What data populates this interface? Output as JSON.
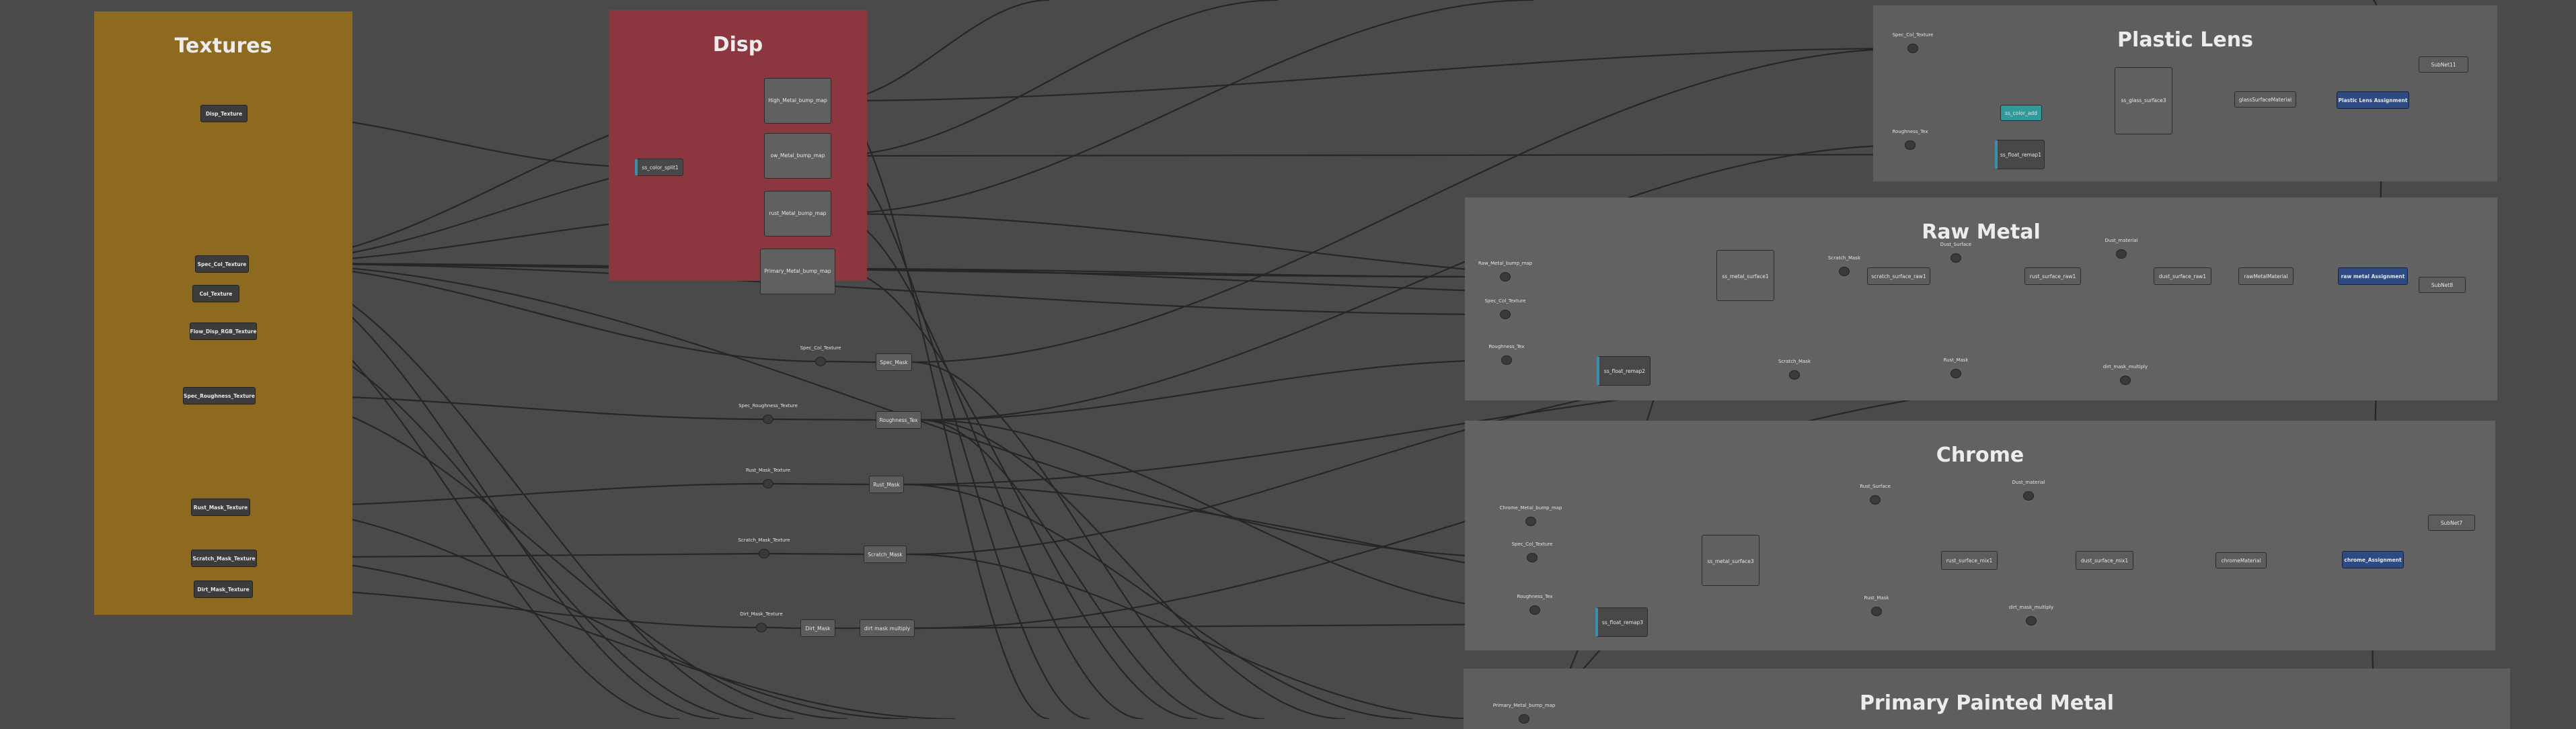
{
  "backdrops": {
    "textures": "Textures",
    "disp": "Disp",
    "plastic": "Plastic Lens",
    "raw": "Raw Metal",
    "chrome": "Chrome",
    "primary": "Primary Painted Metal"
  },
  "nodes": {
    "disp_texture": "Disp_Texture",
    "spec_col_texture": "Spec_Col_Texture",
    "col_texture": "Col_Texture",
    "flow_disp_rgb_texture": "Flow_Disp_RGB_Texture",
    "spec_roughness_texture": "Spec_Roughness_Texture",
    "rust_mask_texture": "Rust_Mask_Texture",
    "scratch_mask_texture": "Scratch_Mask_Texture",
    "dirt_mask_texture": "Dirt_Mask_Texture",
    "ss_color_split": "ss_color_split1",
    "high_metal_bump": "High_Metal_bump_map",
    "ow_metal_bump": "ow_Metal_bump_map",
    "rust_metal_bump": "rust_Metal_bump_map",
    "primary_metal_bump": "Primary_Metal_bump_map",
    "spec_mask": "Spec_Mask",
    "roughness_tex": "Roughness_Tex",
    "rust_mask": "Rust_Mask",
    "scratch_mask": "Scratch_Mask",
    "dirt_mask": "Dirt_Mask",
    "dirt_mask_multiply": "dirt mask multiply",
    "ss_color_add": "ss_color_add",
    "ss_float_remap_plastic": "ss_float_remap1",
    "ss_glass_surface": "ss_glass_surface3",
    "glass_material": "glassSurfaceMaterial",
    "plastic_assignment": "Plastic Lens Assignment",
    "subnet_plastic": "SubNet11",
    "ss_metal_surface_raw": "ss_metal_surface1",
    "ss_float_remap_raw": "ss_float_remap2",
    "scratch_surface_raw": "scratch_surface_raw1",
    "rust_surface_raw": "rust_surface_raw1",
    "dust_surface_raw": "dust_surface_raw1",
    "raw_metal_material": "rawMetalMaterial",
    "raw_metal_assignment": "raw metal Assignment",
    "subnet_raw": "SubNet8",
    "ss_metal_surface_chrome": "ss_metal_surface3",
    "ss_float_remap_chrome": "ss_float_remap3",
    "rust_surface_mix": "rust_surface_mix1",
    "dust_surface_mix": "dust_surface_mix1",
    "chrome_material": "chromeMaterial",
    "chrome_assignment": "chrome_Assignment",
    "subnet_chrome": "SubNet7"
  },
  "dots": {
    "plastic_spec_col": "Spec_Col_Texture",
    "plastic_roughness": "Roughness_Tex",
    "raw_bump": "Raw_Metal_bump_map",
    "raw_spec_col": "Spec_Col_Texture",
    "raw_roughness": "Roughness_Tex",
    "raw_scratch_mask": "Scratch_Mask",
    "raw_dust_surface": "Dust_Surface",
    "raw_dust_material": "Dust_material",
    "raw_scratch_mask2": "Scratch_Mask",
    "raw_rust_mask": "Rust_Mask",
    "raw_dirt_mask_multiply": "dirt_mask_multiply",
    "chrome_bump": "Chrome_Metal_bump_map",
    "chrome_spec_col": "Spec_Col_Texture",
    "chrome_roughness": "Roughness_Tex",
    "chrome_rust_surface": "Rust_Surface",
    "chrome_dust_material": "Dust_material",
    "chrome_rust_mask": "Rust_Mask",
    "chrome_dirt_mask_multiply": "dirt_mask_multiply",
    "mid_spec_col": "Spec_Col_Texture",
    "mid_spec_roughness": "Spec_Roughness_Texture",
    "mid_rust_mask": "Rust_Mask_Texture",
    "mid_scratch_mask": "Scratch_Mask_Texture",
    "mid_dirt_mask": "Dirt_Mask_Texture",
    "primary_bump": "Primary_Metal_bump_map"
  }
}
